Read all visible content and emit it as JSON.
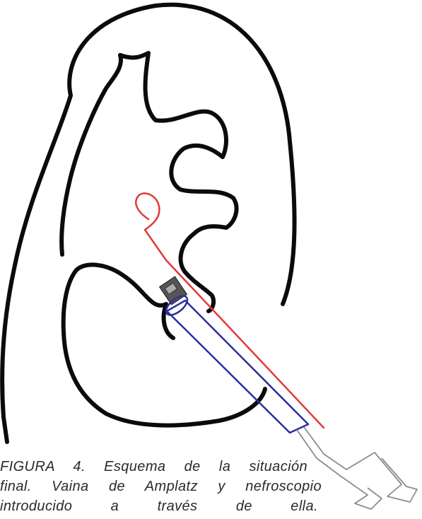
{
  "figure": {
    "caption_lines": [
      "FIGURA 4. Esquema de la situación",
      "final. Vaina de Amplatz y nefroscopio",
      "introducido a través de ella."
    ],
    "colors": {
      "kidney_outline": "#0b0b0b",
      "guide_wire": "#e03a3a",
      "amplatz_sheath": "#2b2f9e",
      "nephroscope": "#8c8c8c",
      "camera_tip": "#555555"
    },
    "elements": [
      "kidney-outline-icon",
      "renal-pelvis-icon",
      "guide-wire-icon",
      "amplatz-sheath-icon",
      "nephroscope-icon"
    ]
  }
}
